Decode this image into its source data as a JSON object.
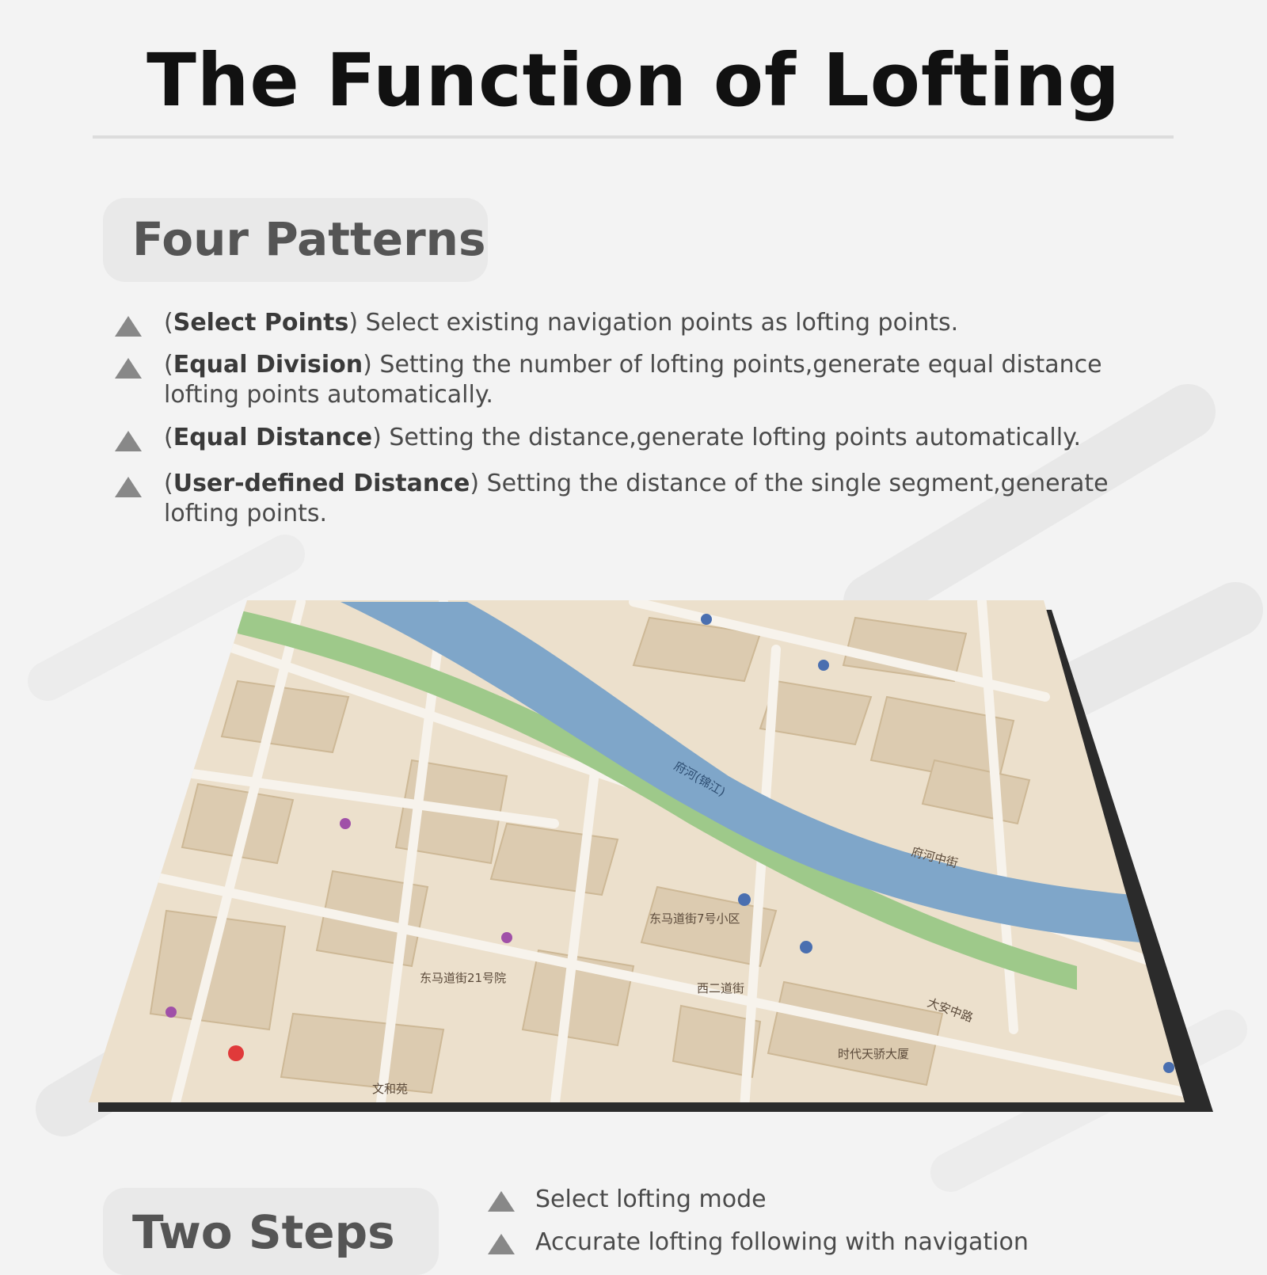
{
  "header": {
    "title": "The Function of Lofting"
  },
  "four_patterns": {
    "heading": "Four Patterns",
    "items": [
      {
        "mode": "Select Points",
        "description": "Select existing navigation points as lofting points."
      },
      {
        "mode": "Equal Division",
        "description": "Setting the number of lofting points,generate equal distance lofting points automatically."
      },
      {
        "mode": "Equal Distance",
        "description": "Setting the distance,generate lofting points automatically."
      },
      {
        "mode": "User-defined Distance",
        "description": "Setting the distance of the single segment,generate lofting points."
      }
    ]
  },
  "map": {
    "colors": {
      "land": "#ece0cc",
      "blocks": "#dccbb0",
      "river": "#7fa6c9",
      "park": "#9ec98a",
      "roads": "#f7f3ec",
      "border": "#2b2b2b"
    },
    "labels": [
      "府河(锦江)",
      "东马道街21号院",
      "东马道街7号小区",
      "西二道街",
      "时代天骄大厦",
      "大安中路",
      "文和苑",
      "府河中街"
    ]
  },
  "two_steps": {
    "heading": "Two Steps",
    "items": [
      "Select lofting mode",
      "Accurate lofting following with navigation"
    ]
  }
}
